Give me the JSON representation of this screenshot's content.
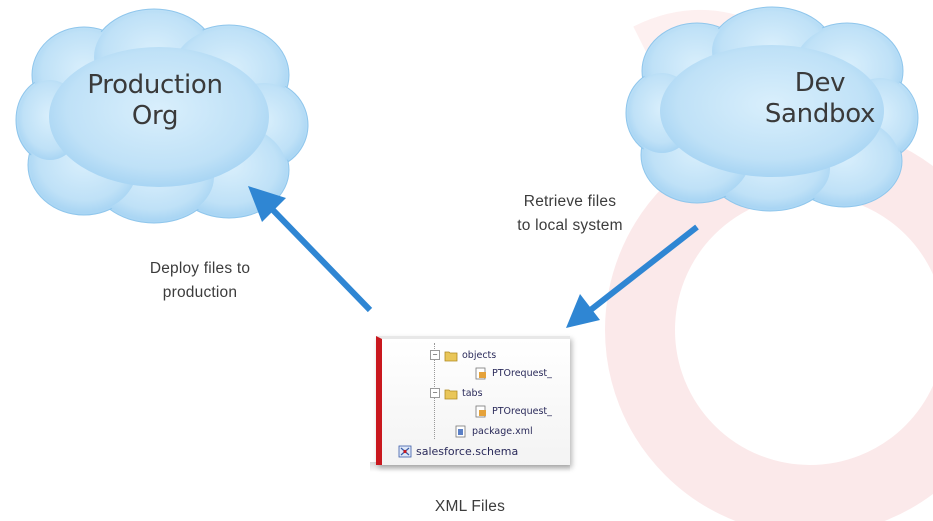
{
  "clouds": {
    "production": {
      "line1": "Production",
      "line2": "Org"
    },
    "dev": {
      "line1": "Dev",
      "line2": "Sandbox"
    }
  },
  "captions": {
    "deploy": {
      "line1": "Deploy files to",
      "line2": "production"
    },
    "retrieve": {
      "line1": "Retrieve files",
      "line2": "to local system"
    },
    "xml": "XML Files"
  },
  "file_tree": {
    "folder_objects": "objects",
    "object_file": "PTOrequest_",
    "folder_tabs": "tabs",
    "tab_file": "PTOrequest_",
    "package": "package.xml",
    "schema": "salesforce.schema"
  },
  "colors": {
    "cloud_fill": "#bfe1f7",
    "cloud_edge": "#8fc6ec",
    "arrow": "#2f86d3",
    "panel_accent": "#c9181e",
    "watermark": "#fbe9ea"
  },
  "icons": {
    "expander": "minus-box-icon",
    "folder": "folder-icon",
    "file": "xml-file-icon",
    "schema": "schema-icon"
  }
}
